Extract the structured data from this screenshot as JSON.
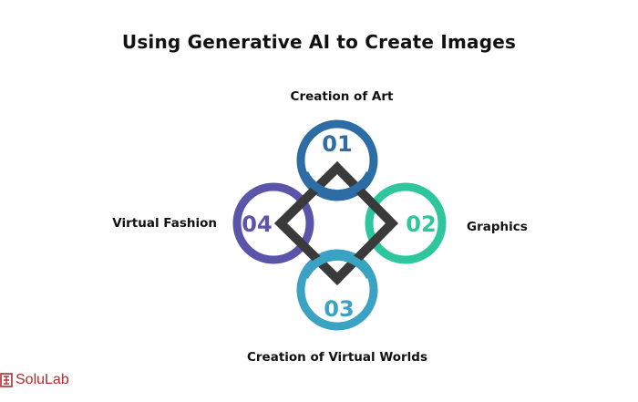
{
  "title": "Using Generative AI to Create Images",
  "steps": [
    {
      "number": "01",
      "label": "Creation of Art",
      "color": "#2d6da6"
    },
    {
      "number": "02",
      "label": "Graphics",
      "color": "#2ec79d"
    },
    {
      "number": "03",
      "label": "Creation of Virtual Worlds",
      "color": "#3aa3c4"
    },
    {
      "number": "04",
      "label": "Virtual Fashion",
      "color": "#5a55a8"
    }
  ],
  "connector_color": "#3a3a3a",
  "logo": {
    "text": "SoluLab",
    "color": "#b32b2b"
  }
}
